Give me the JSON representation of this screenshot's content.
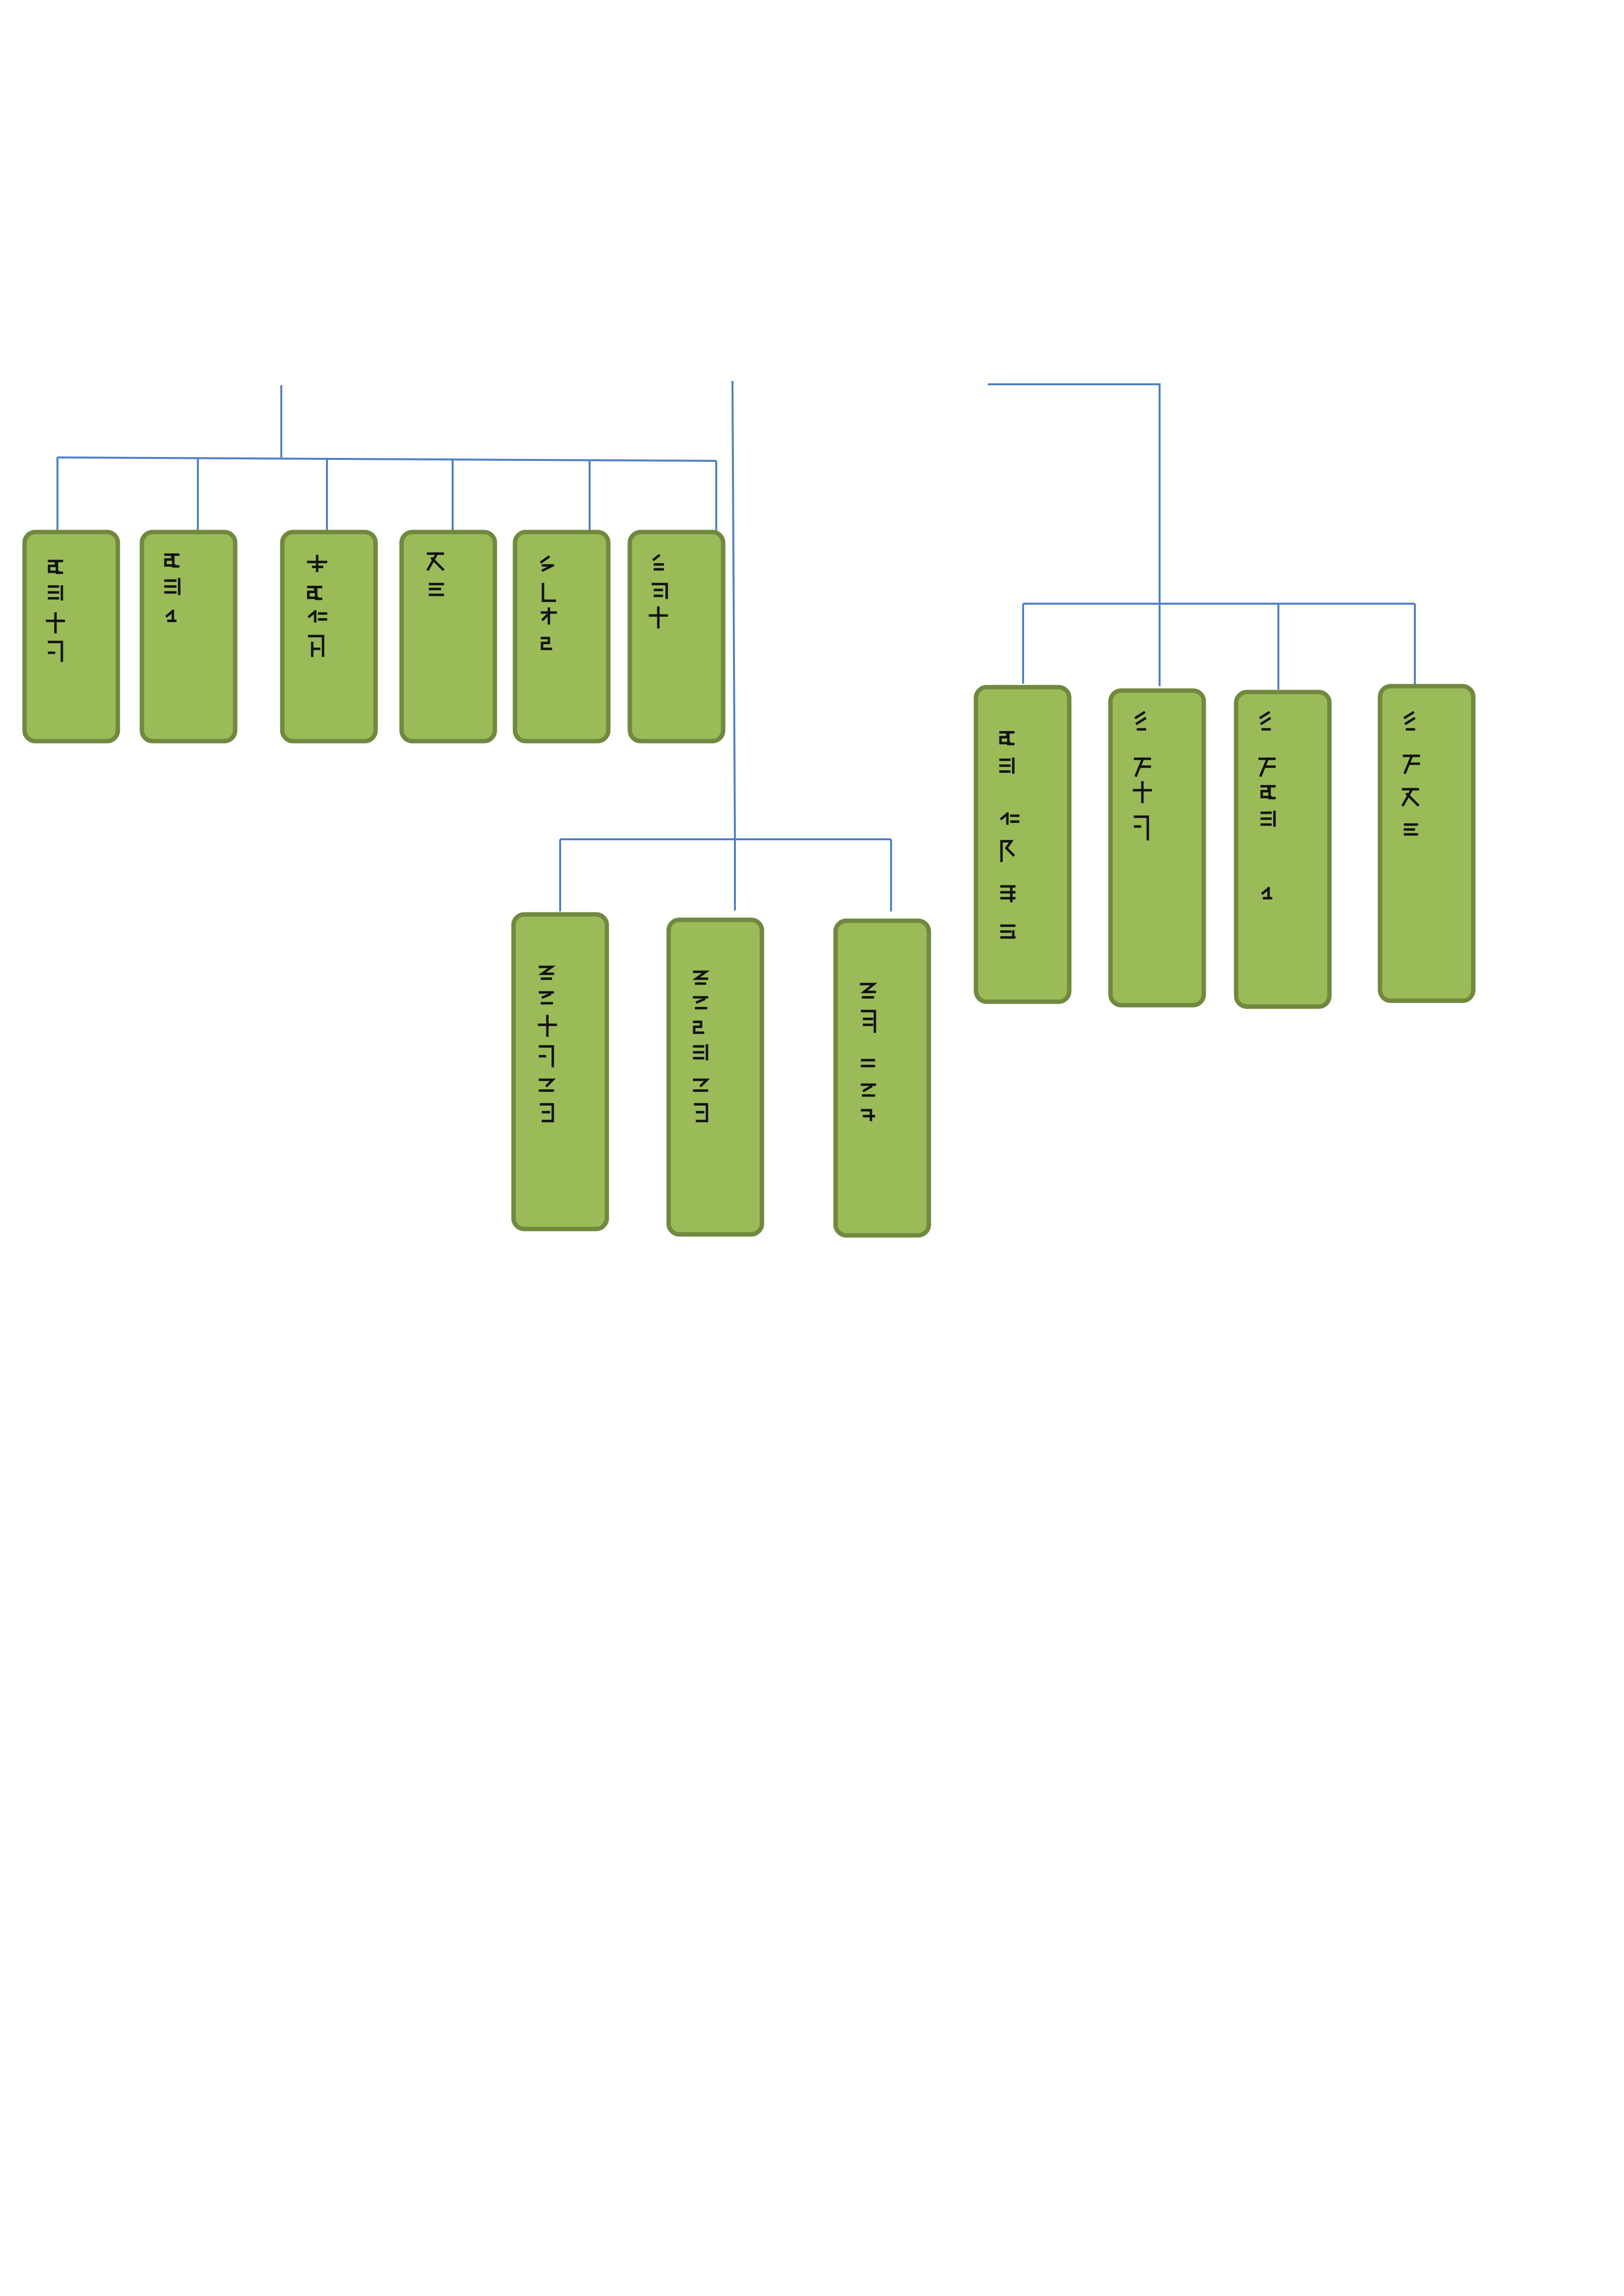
{
  "diagram": {
    "type": "org-tree",
    "colors": {
      "connector": "#4f7fc4",
      "node_fill": "#9bbb59",
      "node_border": "#71893f",
      "glyph": "#111111"
    },
    "script_note_visible": false,
    "groups": [
      {
        "id": "group-a",
        "node_count": 6,
        "nodes": [
          {
            "id": "a1",
            "glyph_count": 4
          },
          {
            "id": "a2",
            "glyph_count": 3
          },
          {
            "id": "a3",
            "glyph_count": 4
          },
          {
            "id": "a4",
            "glyph_count": 2
          },
          {
            "id": "a5",
            "glyph_count": 4
          },
          {
            "id": "a6",
            "glyph_count": 3
          }
        ]
      },
      {
        "id": "group-b",
        "node_count": 3,
        "nodes": [
          {
            "id": "b1",
            "glyph_count": 7
          },
          {
            "id": "b2",
            "glyph_count": 7
          },
          {
            "id": "b3",
            "glyph_count": 6
          }
        ]
      },
      {
        "id": "group-c",
        "node_count": 4,
        "nodes": [
          {
            "id": "c1",
            "glyph_count": 7
          },
          {
            "id": "c2",
            "glyph_count": 4
          },
          {
            "id": "c3",
            "glyph_count": 5
          },
          {
            "id": "c4",
            "glyph_count": 4
          }
        ]
      }
    ]
  }
}
